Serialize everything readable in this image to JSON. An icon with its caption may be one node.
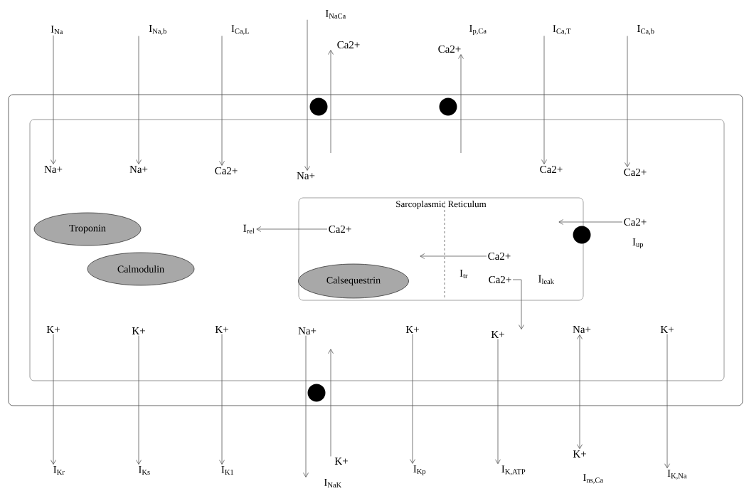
{
  "diagram": {
    "nodes": [
      {
        "text": [],
        "shape": "box"
      },
      {
        "text": [],
        "shape": "box",
        "in": 0
      },
      {
        "text": [
          "Sarcoplasmic Reticulum"
        ],
        "in": 1
      },
      {
        "text": [
          "I$_{Na}$"
        ]
      },
      {
        "text": [
          "I$_{Na,b}$"
        ]
      },
      {
        "text": [
          "I$_{Ca,L}$"
        ]
      },
      {
        "text": [
          "I$_{NaCa}$"
        ]
      },
      {
        "text": [
          "Ca2+"
        ]
      },
      {
        "text": [
          "Ca2+"
        ]
      },
      {
        "text": [
          "I$_{Ca,T}$"
        ]
      },
      {
        "text": [
          "I$_{Ca,b}$"
        ]
      },
      {
        "text": [
          "Na+"
        ],
        "in": 1
      },
      {
        "text": [
          "Na+"
        ],
        "in": 1
      },
      {
        "text": [
          "Ca2+"
        ],
        "in": 1
      },
      {
        "text": [
          "Na+"
        ],
        "in": 1
      },
      {
        "text": [
          "Ca2+"
        ],
        "in": 1
      },
      {
        "text": [
          "Ca2+"
        ],
        "in": 1
      },
      {
        "text": [],
        "shape": "circle",
        "in": 0
      },
      {
        "text": [],
        "shape": "circle",
        "in": 0
      },
      {
        "text": [
          "Troponin"
        ],
        "in": 1
      },
      {
        "text": [
          "Calmodulin"
        ],
        "in": 1
      },
      {
        "text": [
          "I$_{rel}$"
        ],
        "in": 1
      },
      {
        "text": [
          "Ca2+"
        ],
        "in": 2
      },
      {
        "text": [
          "Ca2+"
        ],
        "in": 2
      },
      {
        "text": [
          "Calsequestrin"
        ],
        "in": 2
      },
      {
        "text": [
          "Ca2+"
        ],
        "in": 2
      },
      {
        "text": [
          "Ca2+"
        ],
        "in": 1
      },
      {
        "text": [],
        "shape": "circle",
        "in": 1
      },
      {
        "text": [
          "K+"
        ],
        "in": 1
      },
      {
        "text": [
          "K+"
        ],
        "in": 1
      },
      {
        "text": [
          "K+"
        ],
        "in": 1
      },
      {
        "text": [
          "Na+"
        ],
        "in": 1
      },
      {
        "text": [
          "K+"
        ],
        "in": 1
      },
      {
        "text": [
          "K+"
        ],
        "in": 1
      },
      {
        "text": [
          "Na+"
        ],
        "in": 1
      },
      {
        "text": [
          "K+"
        ],
        "in": 1
      },
      {
        "text": [],
        "shape": "circle",
        "in": 0
      },
      {
        "text": [
          "I$_{Kr}$"
        ]
      },
      {
        "text": [
          "I$_{Ks}$"
        ]
      },
      {
        "text": [
          "I$_{K1}$"
        ]
      },
      {
        "text": [
          "K+"
        ]
      },
      {
        "text": [
          "I$_{NaK}$"
        ]
      },
      {
        "text": [
          "I$_{Kp}$"
        ]
      },
      {
        "text": [
          "I$_{K,ATP}$"
        ]
      },
      {
        "text": [
          "K+"
        ]
      },
      {
        "text": [
          "I$_{K,Na}$"
        ]
      }
    ],
    "edges": [
      {
        "from": 3,
        "to": 11,
        "arrow": "to"
      },
      {
        "from": 4,
        "to": 12,
        "arrow": "to"
      },
      {
        "from": 5,
        "to": 13,
        "arrow": "to"
      },
      {
        "from": 6,
        "to": 14,
        "arrow": "to"
      },
      {
        "from": null,
        "to": 7,
        "arrow": "to"
      },
      {
        "from": null,
        "to": 8,
        "arrow": "to"
      },
      {
        "from": 9,
        "to": 15,
        "arrow": "to"
      },
      {
        "from": 10,
        "to": 16,
        "arrow": "to"
      },
      {
        "from": 22,
        "to": 21,
        "arrow": "to"
      },
      {
        "from": 23,
        "to": null,
        "arrow": "to"
      },
      {
        "from": 26,
        "to": null,
        "arrow": "to"
      },
      {
        "from": 25,
        "to": 33,
        "arrow": "to"
      },
      {
        "from": 28,
        "to": 37,
        "arrow": "to"
      },
      {
        "from": 29,
        "to": 38,
        "arrow": "to"
      },
      {
        "from": 30,
        "to": 39,
        "arrow": "to"
      },
      {
        "from": 31,
        "to": 41,
        "arrow": "to"
      },
      {
        "from": 40,
        "to": null,
        "arrow": "to"
      },
      {
        "from": 32,
        "to": 42,
        "arrow": "to"
      },
      {
        "from": 33,
        "to": 43,
        "arrow": "to"
      },
      {
        "from": 34,
        "to": 44,
        "arrow": "both"
      },
      {
        "from": 35,
        "to": 45,
        "arrow": "to"
      }
    ],
    "labels": [
      "I$_{p,Ca}$",
      "I$_{tr}$",
      "I$_{leak}$",
      "I$_{up}$",
      "I$_{ns,Ca}$"
    ]
  }
}
